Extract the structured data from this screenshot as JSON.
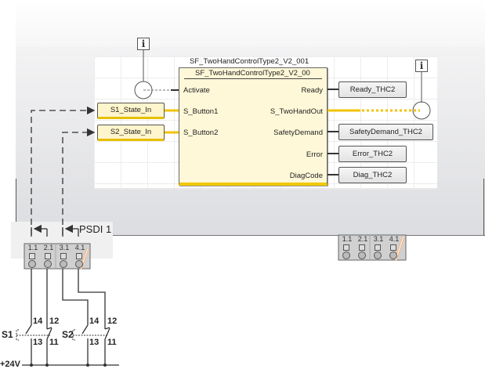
{
  "function_block": {
    "instance_name": "SF_TwoHandControlType2_V2_001",
    "type_name": "SF_TwoHandControlType2_V2_00",
    "inputs": [
      "Activate",
      "S_Button1",
      "S_Button2"
    ],
    "outputs": [
      "Ready",
      "S_TwoHandOut",
      "SafetyDemand",
      "Error",
      "DiagCode"
    ]
  },
  "input_variables": [
    {
      "label": "S1_State_In",
      "pin": "S_Button1"
    },
    {
      "label": "S2_State_In",
      "pin": "S_Button2"
    }
  ],
  "output_variables": [
    {
      "label": "Ready_THC2",
      "pin": "Ready"
    },
    {
      "label": "SafetyDemand_THC2",
      "pin": "SafetyDemand"
    },
    {
      "label": "Error_THC2",
      "pin": "Error"
    },
    {
      "label": "Diag_THC2",
      "pin": "DiagCode"
    }
  ],
  "info_icons": [
    "info-activate",
    "info-twohandout"
  ],
  "module": {
    "name": "PSDI 1",
    "terminals_left": [
      "1.1",
      "2.1",
      "3.1",
      "4.1"
    ],
    "terminals_right": [
      "1.1",
      "2.1",
      "3.1",
      "4.1"
    ]
  },
  "switches": [
    {
      "label": "S1",
      "contacts_top": [
        "14",
        "12"
      ],
      "contacts_bottom": [
        "13",
        "11"
      ]
    },
    {
      "label": "S2",
      "contacts_top": [
        "14",
        "12"
      ],
      "contacts_bottom": [
        "13",
        "11"
      ]
    }
  ],
  "supply": "+24V",
  "colors": {
    "safe_signal": "#f2c300",
    "fb_fill": "#fff8d8",
    "fb_bottom": "#f0c800",
    "line": "#444444"
  }
}
